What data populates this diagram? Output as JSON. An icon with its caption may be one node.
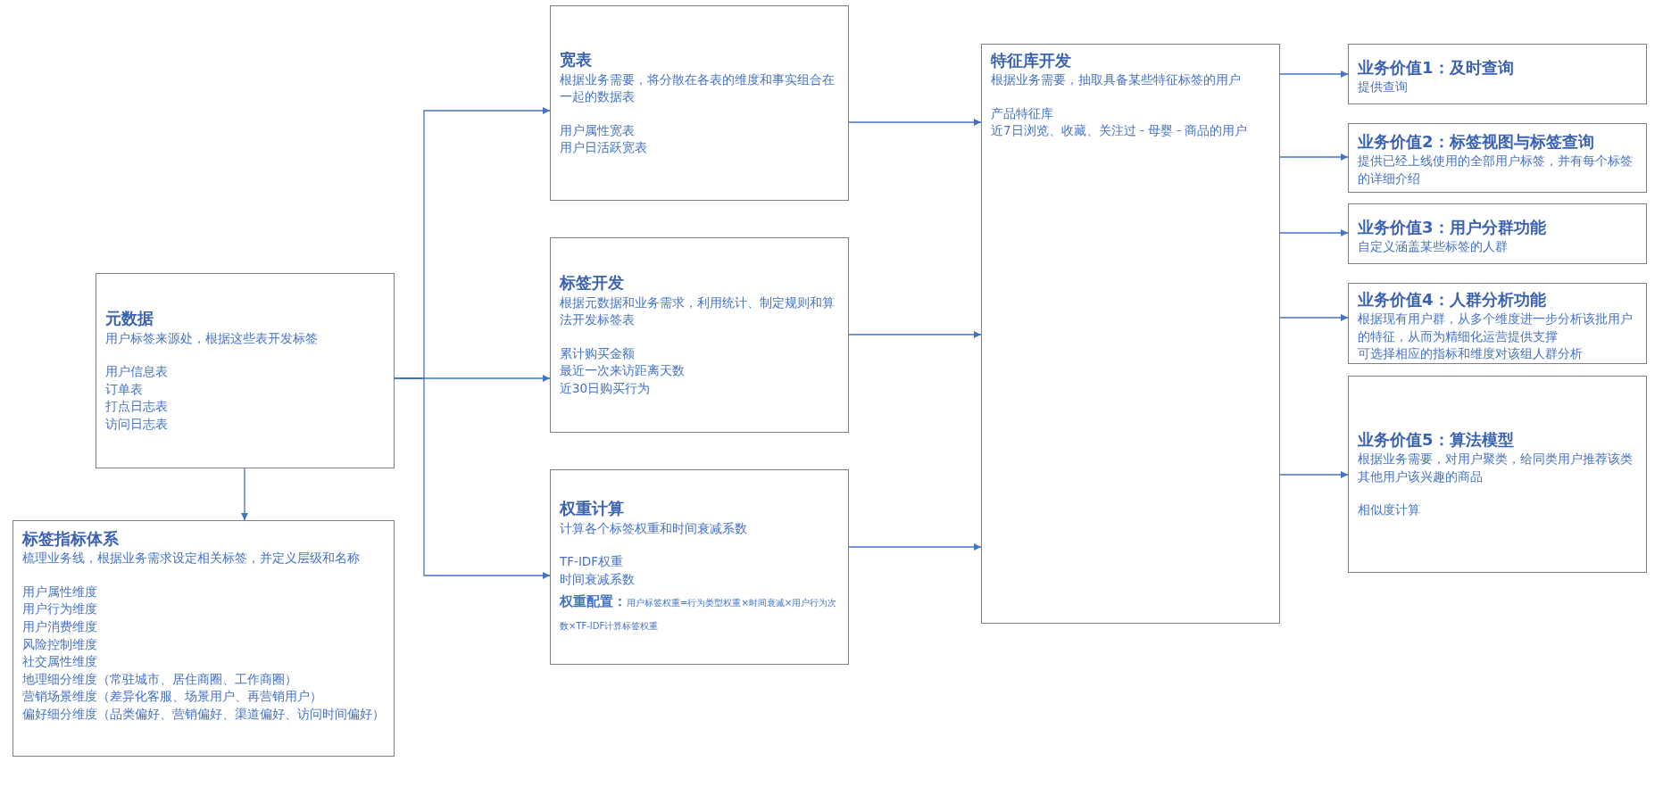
{
  "diagram": {
    "nodes": [
      {
        "text": [
          "元数据",
          "用户标签来源处，根据这些表开发标签",
          "用户信息表",
          "订单表",
          "打点日志表",
          "访问日志表"
        ]
      },
      {
        "text": [
          "标签指标体系",
          "梳理业务线，根据业务需求设定相关标签，并定义层级和名称",
          "用户属性维度",
          "用户行为维度",
          "用户消费维度",
          "风险控制维度",
          "社交属性维度",
          "地理细分维度（常驻城市、居住商圈、工作商圈）",
          "营销场景维度（差异化客服、场景用户、再营销用户）",
          "偏好细分维度（品类偏好、营销偏好、渠道偏好、访问时间偏好）"
        ]
      },
      {
        "text": [
          "宽表",
          "根据业务需要，将分散在各表的维度和事实组合在一起的数据表",
          "用户属性宽表",
          "用户日活跃宽表"
        ]
      },
      {
        "text": [
          "标签开发",
          "根据元数据和业务需求，利用统计、制定规则和算法开发标签表",
          "累计购买金额",
          "最近一次来访距离天数",
          "近30日购买行为"
        ]
      },
      {
        "text": [
          "权重计算",
          "计算各个标签权重和时间衰减系数",
          "TF-IDF权重",
          "时间衰减系数",
          "权重配置：",
          "用户标签权重=行为类型权重×时间衰减×用户行为次数×TF-IDF计算标签权重"
        ]
      },
      {
        "text": [
          "特征库开发",
          "根据业务需要，抽取具备某些特征标签的用户",
          "产品特征库",
          "近7日浏览、收藏、关注过 - 母婴 - 商品的用户"
        ]
      },
      {
        "text": [
          "业务价值1：及时查询",
          "提供查询"
        ]
      },
      {
        "text": [
          "业务价值2：标签视图与标签查询",
          "提供已经上线使用的全部用户标签，并有每个标签的详细介绍"
        ]
      },
      {
        "text": [
          "业务价值3：用户分群功能",
          "自定义涵盖某些标签的人群"
        ]
      },
      {
        "text": [
          "业务价值4：人群分析功能",
          "根据现有用户群，从多个维度进一步分析该批用户的特征，从而为精细化运营提供支撑",
          "可选择相应的指标和维度对该组人群分析"
        ]
      },
      {
        "text": [
          "业务价值5：算法模型",
          "根据业务需要，对用户聚类，给同类用户推荐该类其他用户该兴趣的商品",
          "相似度计算"
        ]
      }
    ],
    "edges": [
      {
        "from": 0,
        "to": 1,
        "arrow": "to"
      },
      {
        "from": 0,
        "to": 2,
        "arrow": "to"
      },
      {
        "from": 0,
        "to": 3,
        "arrow": "to"
      },
      {
        "from": 0,
        "to": 4,
        "arrow": "to"
      },
      {
        "from": 2,
        "to": 5,
        "arrow": "to"
      },
      {
        "from": 3,
        "to": 5,
        "arrow": "to"
      },
      {
        "from": 4,
        "to": 5,
        "arrow": "to"
      },
      {
        "from": 5,
        "to": 6,
        "arrow": "to"
      },
      {
        "from": 5,
        "to": 7,
        "arrow": "to"
      },
      {
        "from": 5,
        "to": 8,
        "arrow": "to"
      },
      {
        "from": 5,
        "to": 9,
        "arrow": "to"
      },
      {
        "from": 5,
        "to": 10,
        "arrow": "to"
      }
    ]
  }
}
